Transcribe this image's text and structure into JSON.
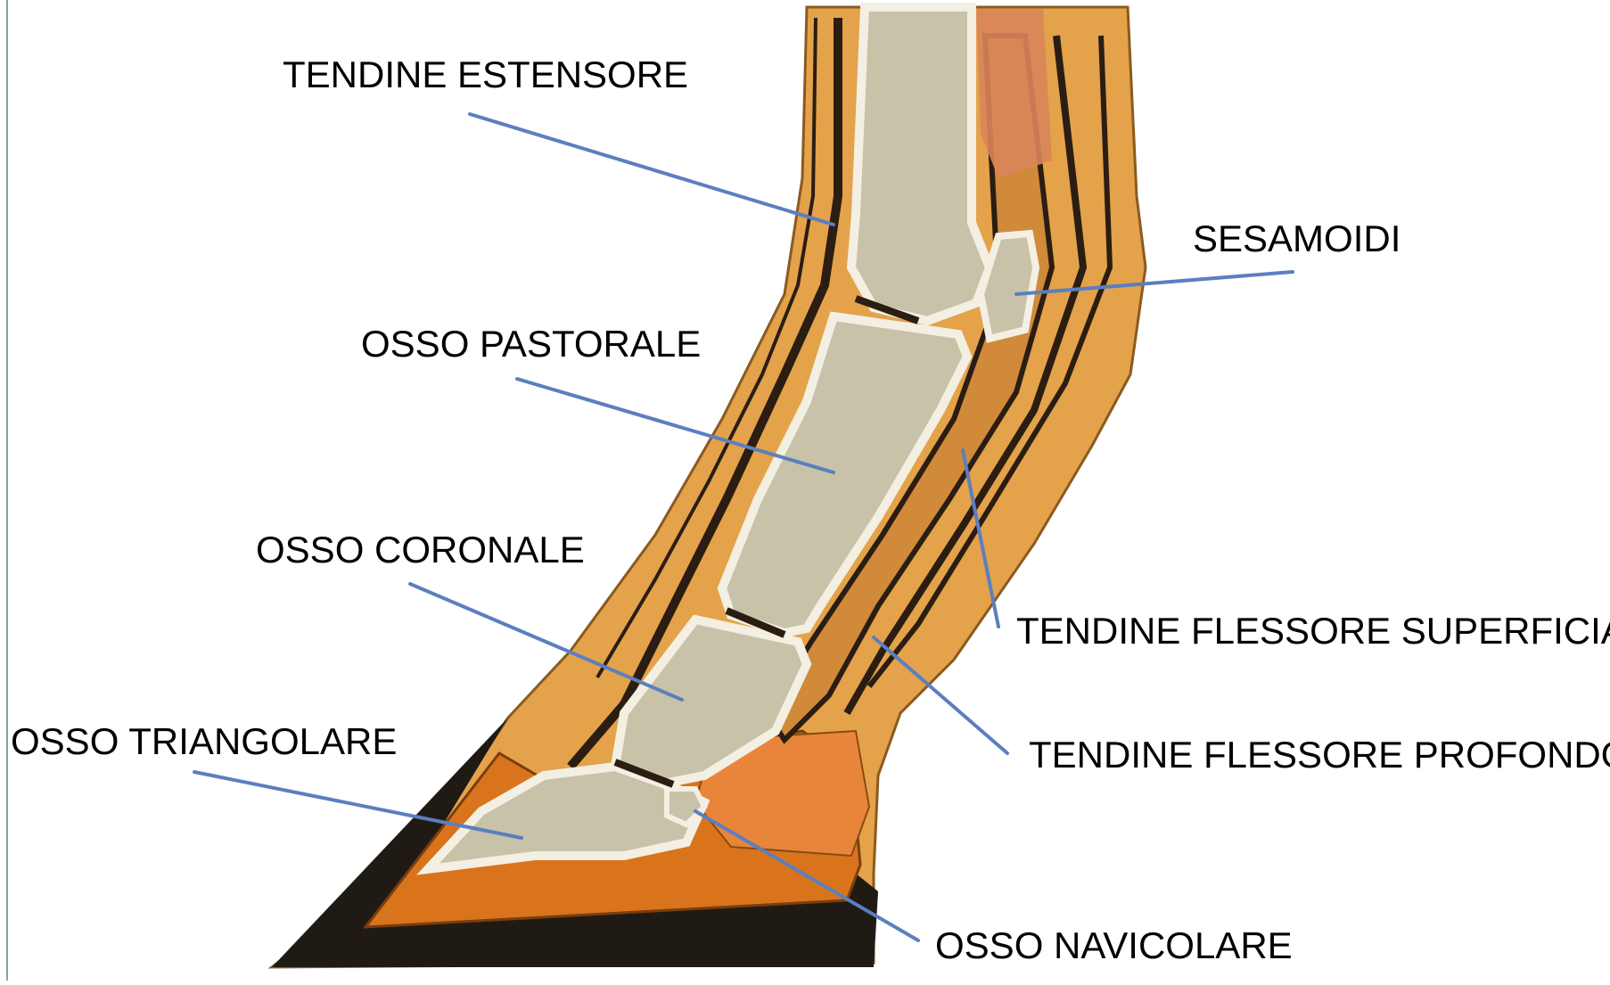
{
  "labels": {
    "tendine_estensore": "TENDINE ESTENSORE",
    "sesamoidi": "SESAMOIDI",
    "osso_pastorale": "OSSO PASTORALE",
    "osso_coronale": "OSSO CORONALE",
    "tendine_flessore_superficiale": "TENDINE FLESSORE SUPERFICIALE",
    "tendine_flessore_profondo": "TENDINE FLESSORE PROFONDO",
    "osso_triangolare": "OSSO TRIANGOLARE",
    "osso_navicolare": "OSSO NAVICOLARE"
  },
  "colors": {
    "leader_line": "#5b7fbf",
    "hoof": "#1f1a14",
    "horn_orange": "#d9741c",
    "skin_tan": "#e4a24a",
    "tendon_dark": "#2b1d12",
    "bone_fill": "#c8c2a8",
    "bone_outline": "#f3efe2",
    "cartilage": "#e8855a"
  }
}
